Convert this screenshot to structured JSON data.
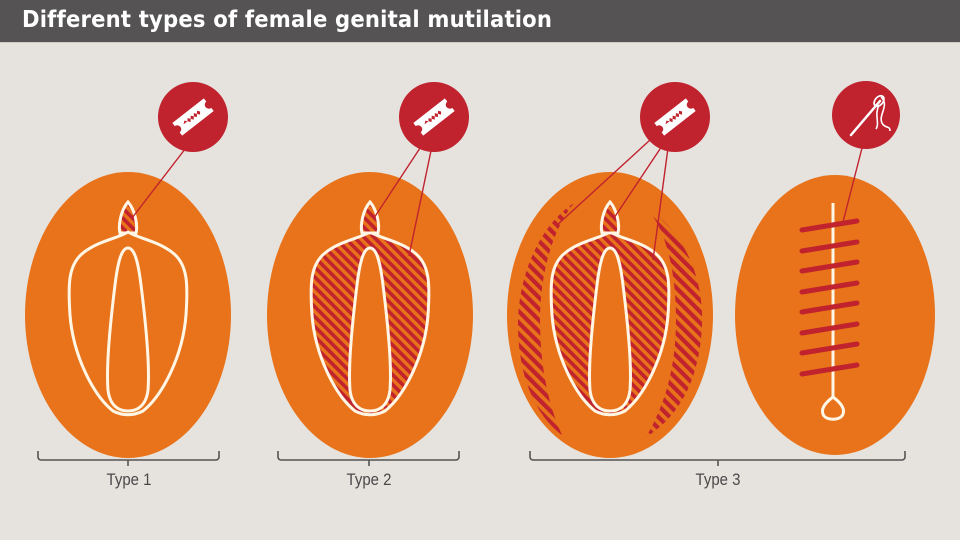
{
  "header": {
    "title": "Different types of female genital mutilation"
  },
  "colors": {
    "background": "#e6e3df",
    "header_bg": "#555353",
    "orange": "#e8731a",
    "crimson": "#c0222e",
    "outline": "#fff6e6",
    "bracket": "#555353"
  },
  "panels": [
    {
      "id": "type1",
      "tool_icon": "razor-blade-icon",
      "description": "Clitoral hood / clitoris hatched"
    },
    {
      "id": "type2",
      "tool_icon": "razor-blade-icon",
      "description": "Clitoris and labia minora hatched"
    },
    {
      "id": "type3a",
      "tool_icon": "razor-blade-icon",
      "description": "Clitoris, labia minora and labia majora hatched"
    },
    {
      "id": "type3b",
      "tool_icon": "needle-thread-icon",
      "description": "Stitched closure (infibulation)"
    }
  ],
  "groups": [
    {
      "label": "Type 1"
    },
    {
      "label": "Type 2"
    },
    {
      "label": "Type 3"
    }
  ]
}
